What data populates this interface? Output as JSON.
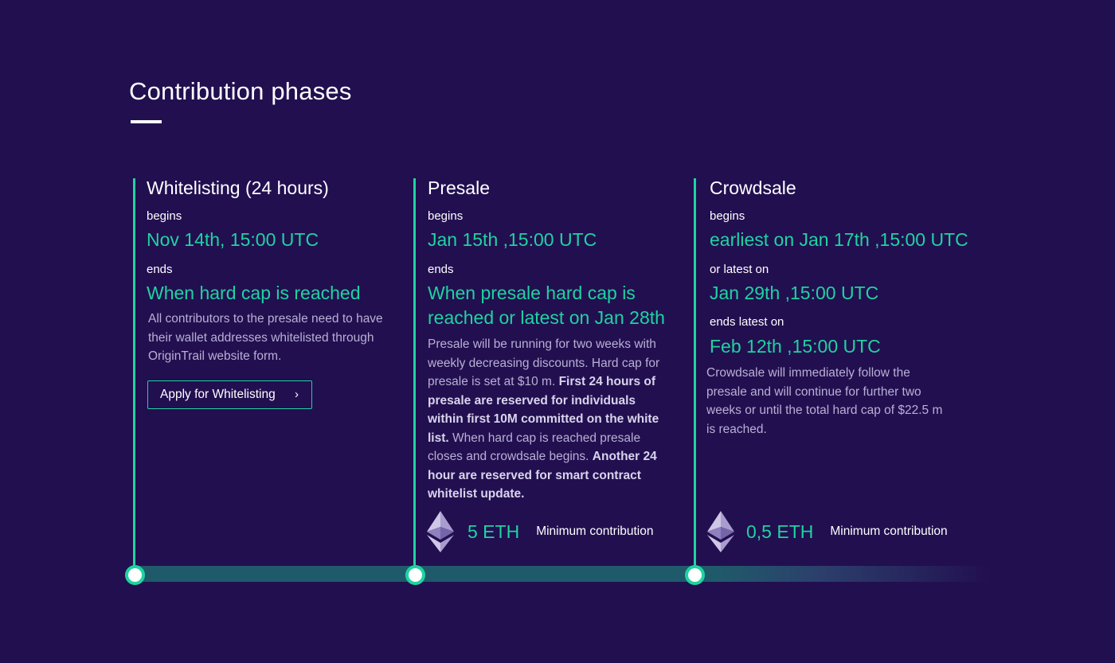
{
  "page": {
    "title": "Contribution phases"
  },
  "colors": {
    "background": "#220f50",
    "accent": "#1fd3a0",
    "text": "#ffffff",
    "muted_text": "#b8b0d4",
    "track": "#1f5a6a"
  },
  "phases": [
    {
      "title": "Whitelisting (24 hours)",
      "begins_label": "begins",
      "begins_value": "Nov 14th, 15:00 UTC",
      "ends_label": "ends",
      "ends_value": "When hard cap is reached",
      "description": "All contributors to the presale need to have their wallet addresses whitelisted through OriginTrail website form.",
      "button_label": "Apply for Whitelisting",
      "button_icon": "chevron-right-icon"
    },
    {
      "title": "Presale",
      "begins_label": "begins",
      "begins_value": "Jan 15th ,15:00 UTC",
      "ends_label": "ends",
      "ends_value_line1": "When presale hard cap is",
      "ends_value_line2": "reached or latest on Jan 28th",
      "description_parts": [
        "Presale will be running for two weeks with weekly decreasing discounts. Hard cap for presale is set at $10 m. ",
        "First 24 hours of presale are reserved for individuals within first 10M committed on the white list.",
        " When hard cap is reached presale closes and crowdsale begins. ",
        "Another 24 hour are reserved for smart contract whitelist update."
      ],
      "min_amount": "5 ETH",
      "min_label": "Minimum contribution",
      "icon": "ethereum-icon"
    },
    {
      "title": "Crowdsale",
      "begins_label": "begins",
      "begins_value": "earliest on Jan 17th ,15:00 UTC",
      "latest_label": "or latest on",
      "latest_value": "Jan 29th ,15:00 UTC",
      "ends_label": "ends latest on",
      "ends_value": "Feb 12th ,15:00 UTC",
      "description": "Crowdsale will immediately follow the presale and will continue for further two weeks or until the total hard cap of $22.5 m is reached.",
      "min_amount": "0,5 ETH",
      "min_label": "Minimum contribution",
      "icon": "ethereum-icon"
    }
  ]
}
